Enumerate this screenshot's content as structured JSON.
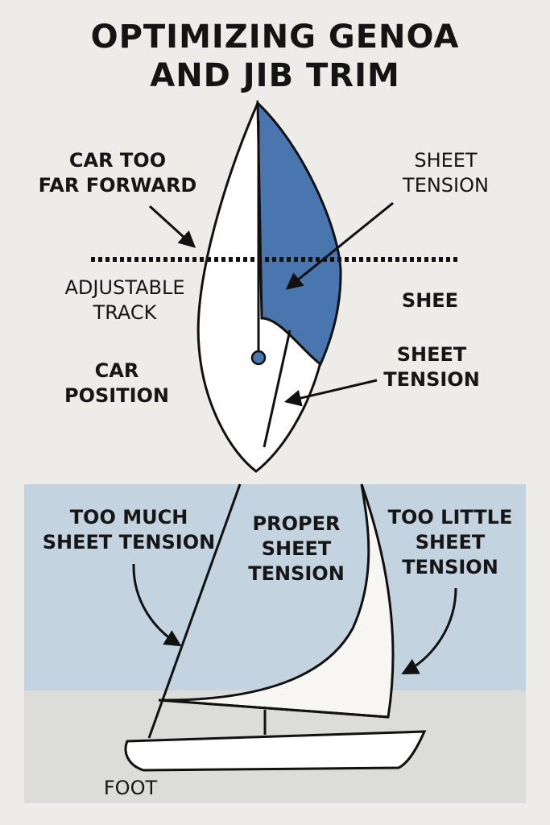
{
  "title": {
    "line1": "OPTIMIZING GENOA",
    "line2": "AND JIB TRIM"
  },
  "top_labels": {
    "car_too_far_forward": [
      "CAR TOO",
      "FAR FORWARD"
    ],
    "sheet_tension_upper": [
      "SHEET",
      "TENSION"
    ],
    "adjustable_track": [
      "ADJUSTABLE",
      "TRACK"
    ],
    "shee": "SHEE",
    "car_position": [
      "CAR",
      "POSITION"
    ],
    "sheet_tension_lower": [
      "SHEET",
      "TENSION"
    ]
  },
  "bottom_labels": {
    "too_much": [
      "TOO MUCH",
      "SHEET TENSION"
    ],
    "proper": [
      "PROPER",
      "SHEET",
      "TENSION"
    ],
    "too_little": [
      "TOO LITTLE",
      "SHEET",
      "TENSION"
    ],
    "foot": "FOOT"
  },
  "colors": {
    "sail_blue": "#4a76b0",
    "sky": "#c3d3df",
    "water": "#dcdcdb",
    "sail_white": "#f7f6f2",
    "ink": "#111111"
  }
}
